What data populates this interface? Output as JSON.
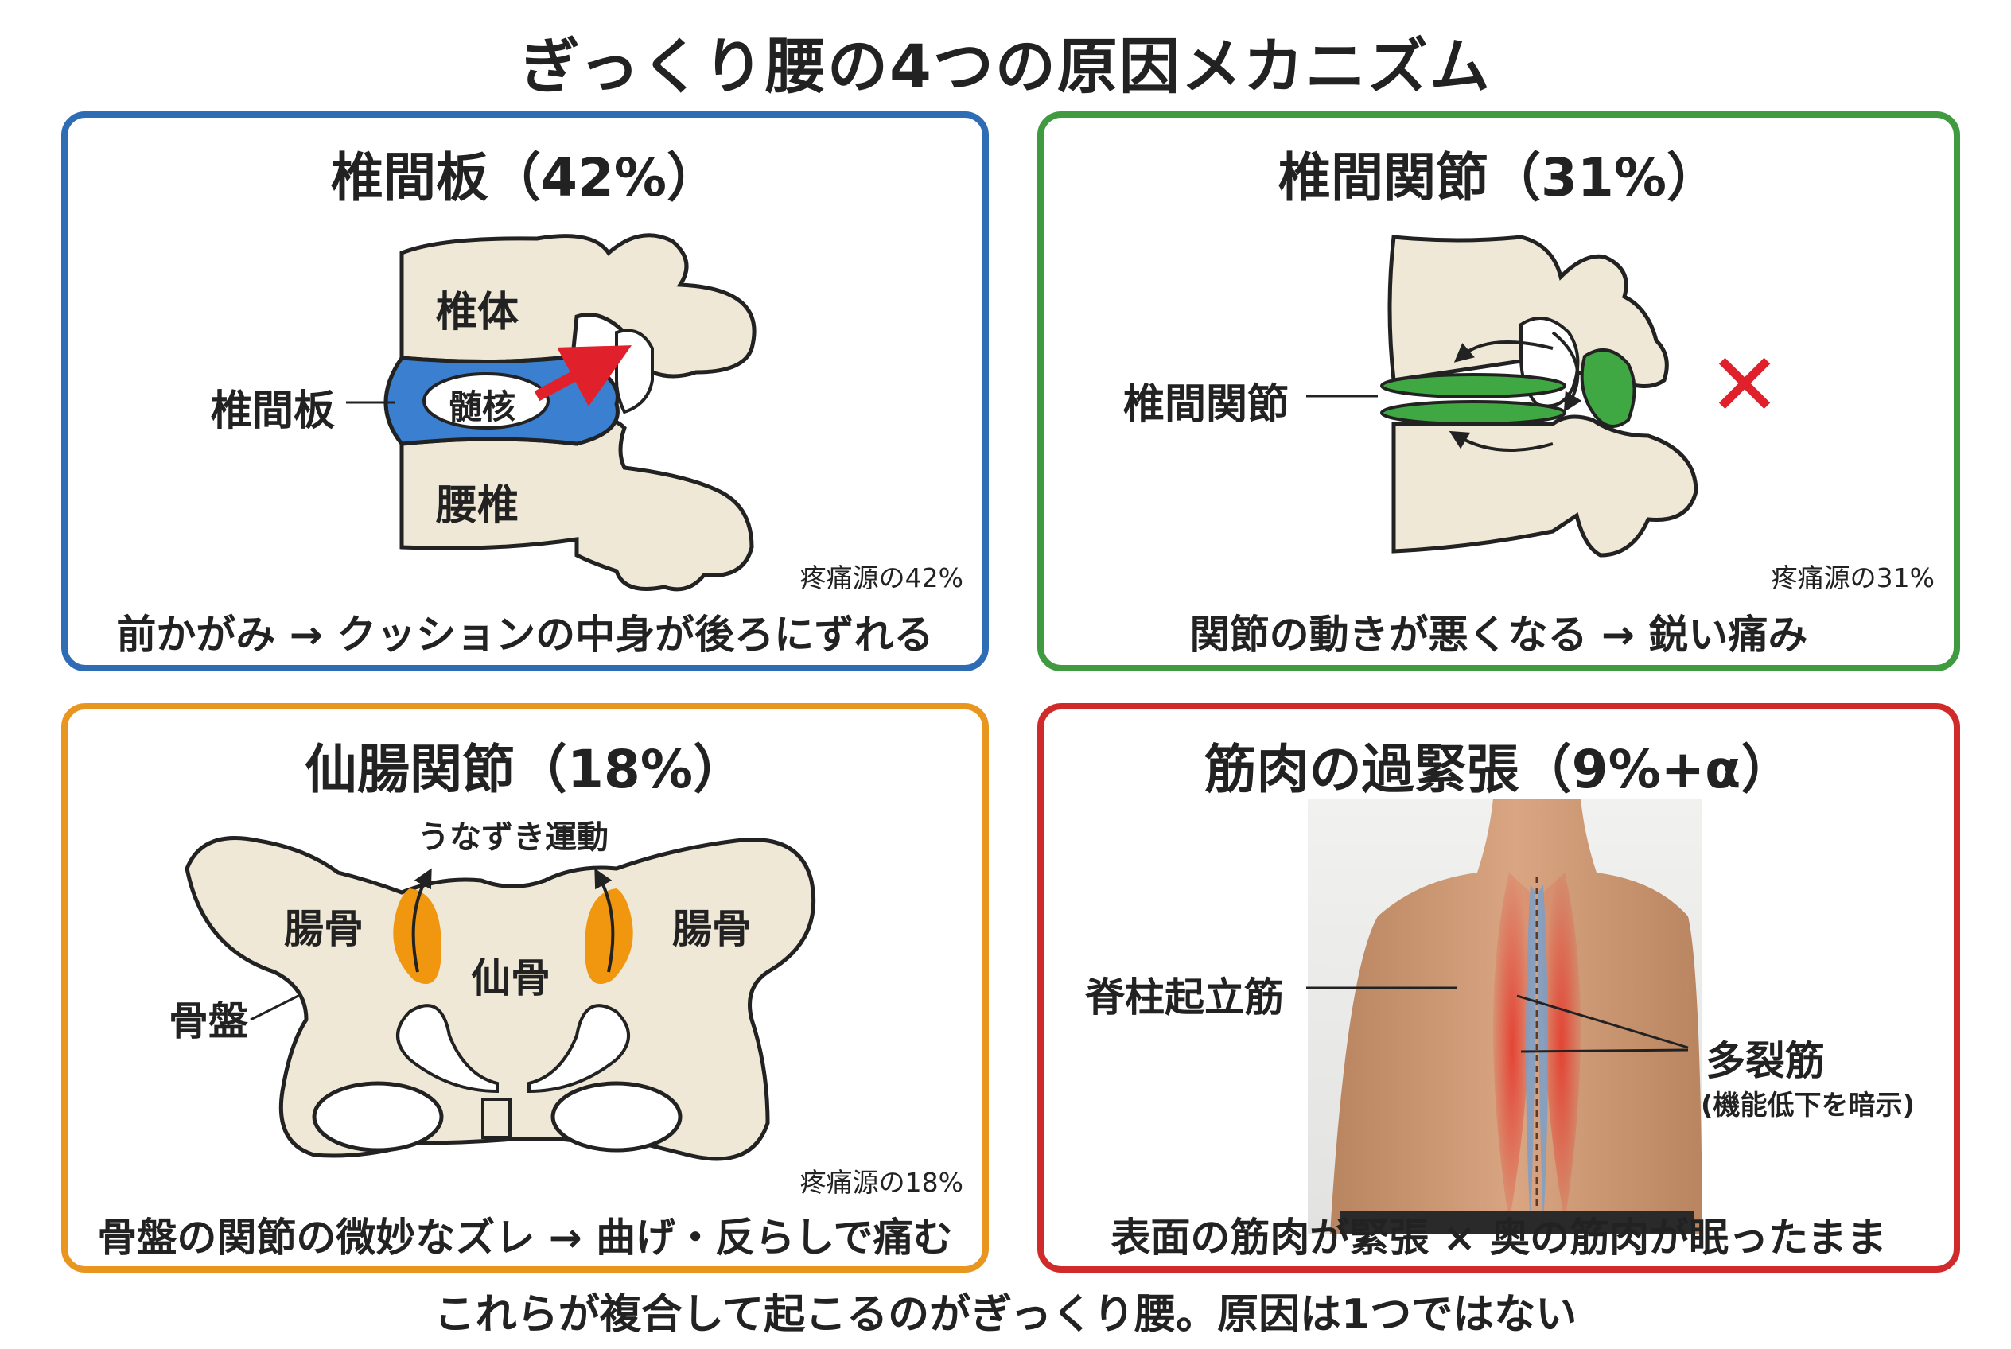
{
  "title": "ぎっくり腰の4つの原因メカニズム",
  "panels": [
    {
      "title": "椎間板（42%）",
      "labels": {
        "vertebral_body": "椎体",
        "nucleus": "髄核",
        "lumbar": "腰椎",
        "disc": "椎間板"
      },
      "source": "疼痛源の42%",
      "caption": "前かがみ → クッションの中身が後ろにずれる",
      "color": "#2e6cb3"
    },
    {
      "title": "椎間関節（31%）",
      "labels": {
        "facet_joint": "椎間関節",
        "cross": "✕"
      },
      "source": "疼痛源の31%",
      "caption": "関節の動きが悪くなる → 鋭い痛み",
      "color": "#3f9a40"
    },
    {
      "title": "仙腸関節（18%）",
      "labels": {
        "nodding": "うなずき運動",
        "ilium_left": "腸骨",
        "ilium_right": "腸骨",
        "sacrum": "仙骨",
        "pelvis": "骨盤"
      },
      "source": "疼痛源の18%",
      "caption": "骨盤の関節の微妙なズレ → 曲げ・反らしで痛む",
      "color": "#e89620"
    },
    {
      "title": "筋肉の過緊張（9%+α）",
      "labels": {
        "erector": "脊柱起立筋",
        "multifidus": "多裂筋",
        "multifidus_note": "(機能低下を暗示)"
      },
      "caption": "表面の筋肉が緊張 × 奥の筋肉が眠ったまま",
      "color": "#d02a2a"
    }
  ],
  "footer": "これらが複合して起こるのがぎっくり腰。原因は1つではない",
  "colors": {
    "bone": "#efe8d6",
    "disc": "#3b7fd0",
    "facet": "#3fa843",
    "joint": "#f0960f",
    "muscle": "#e03a2f",
    "multifidus_fill": "#7a9fc8"
  }
}
